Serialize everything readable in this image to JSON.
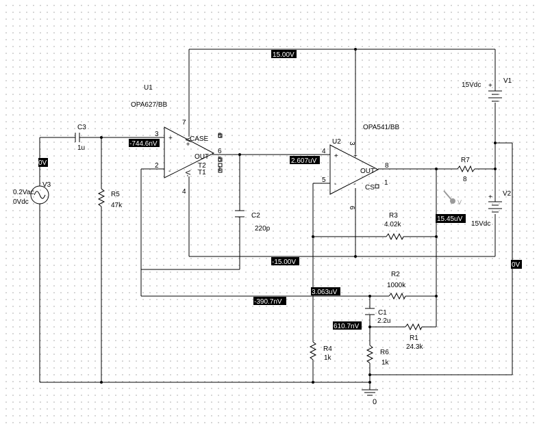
{
  "components": {
    "u1": {
      "ref": "U1",
      "model": "OPA627/BB",
      "pins": {
        "p3": "3",
        "p2": "2",
        "p7": "7",
        "p4": "4",
        "p6": "6",
        "p8": "8",
        "p5": "5",
        "p1": "1"
      },
      "marks": {
        "case": "CASE",
        "out": "OUT",
        "t2": "T2",
        "t1": "T1",
        "vplus": "V+",
        "vminus": "V-",
        "plus": "+",
        "minus": "-"
      }
    },
    "u2": {
      "ref": "U2",
      "model": "OPA541/BB",
      "pins": {
        "p4": "4",
        "p5": "5",
        "p3": "3",
        "p6": "6",
        "p8": "8",
        "p1": "1"
      },
      "marks": {
        "out": "OUT",
        "cs": "CS",
        "plus": "+",
        "minus": "-"
      }
    },
    "c3": {
      "ref": "C3",
      "value": "1u"
    },
    "c2": {
      "ref": "C2",
      "value": "220p"
    },
    "c1": {
      "ref": "C1",
      "value": "2.2u"
    },
    "r5": {
      "ref": "R5",
      "value": "47k"
    },
    "r3": {
      "ref": "R3",
      "value": "4.02k"
    },
    "r2": {
      "ref": "R2",
      "value": "1000k"
    },
    "r1": {
      "ref": "R1",
      "value": "24.3k"
    },
    "r4": {
      "ref": "R4",
      "value": "1k"
    },
    "r6": {
      "ref": "R6",
      "value": "1k"
    },
    "r7": {
      "ref": "R7",
      "value": "8"
    },
    "v1": {
      "ref": "V1",
      "value": "15Vdc"
    },
    "v2": {
      "ref": "V2",
      "value": "15Vdc"
    },
    "v3": {
      "ref": "V3",
      "ac": "0.2Vac",
      "dc": "0Vdc"
    },
    "ground": {
      "label": "0"
    }
  },
  "voltages": {
    "top_rail": "15.00V",
    "bottom_rail": "-15.00V",
    "u1_in_plus": "-744.6nV",
    "u2_in_plus": "2.607uV",
    "output": "15.45uV",
    "fb_node": "3.063uV",
    "u1_in_minus": "-390.7nV",
    "c1_node": "610.7nV",
    "left_src": "0V",
    "right_src": "0V"
  },
  "probe": {
    "label": "V"
  },
  "colors": {
    "wire": "#000000",
    "tag_bg": "#000000",
    "tag_text": "#ffffff",
    "grid": "#c8c8c8",
    "probe": "#9a9a9a"
  }
}
